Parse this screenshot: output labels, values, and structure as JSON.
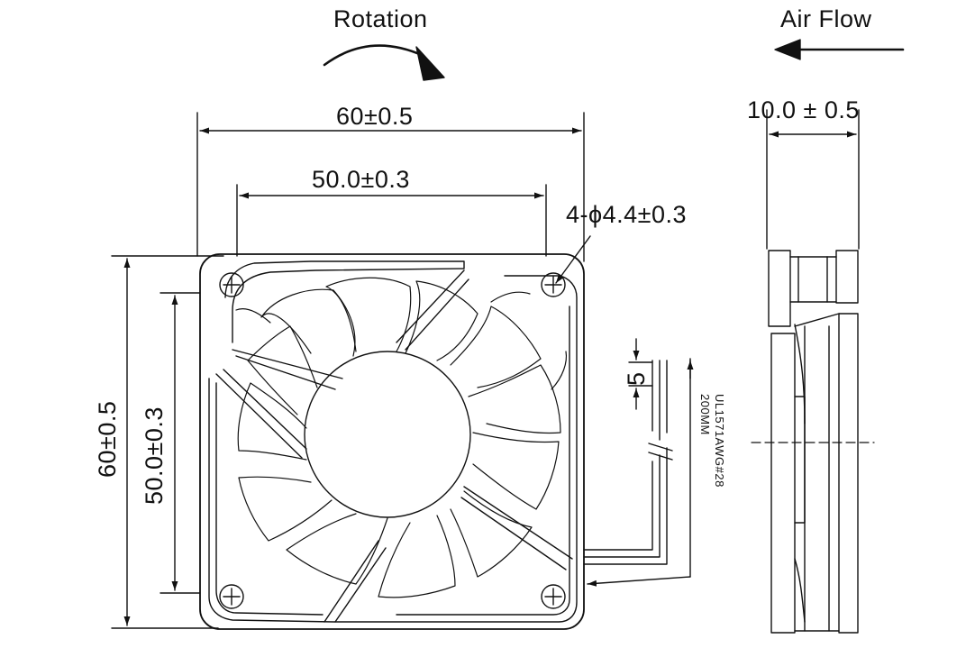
{
  "labels": {
    "rotation": "Rotation",
    "air_flow": "Air Flow",
    "overall_width": "60±0.5",
    "hole_spacing_h": "50.0±0.3",
    "mount_holes": "4-ϕ4.4±0.3",
    "thickness": "10.0 ± 0.5",
    "overall_height": "60±0.5",
    "hole_spacing_v": "50.0±0.3",
    "wire_offset": "5",
    "wire_spec": "UL1571AWG#28",
    "wire_length": "200MM"
  },
  "colors": {
    "line": "#111111",
    "background": "#ffffff"
  },
  "icons": {
    "rotation_arrow": "curved-arrow-icon",
    "airflow_arrow": "left-arrow-icon",
    "mount_hole": "crosshair-circle-icon"
  }
}
